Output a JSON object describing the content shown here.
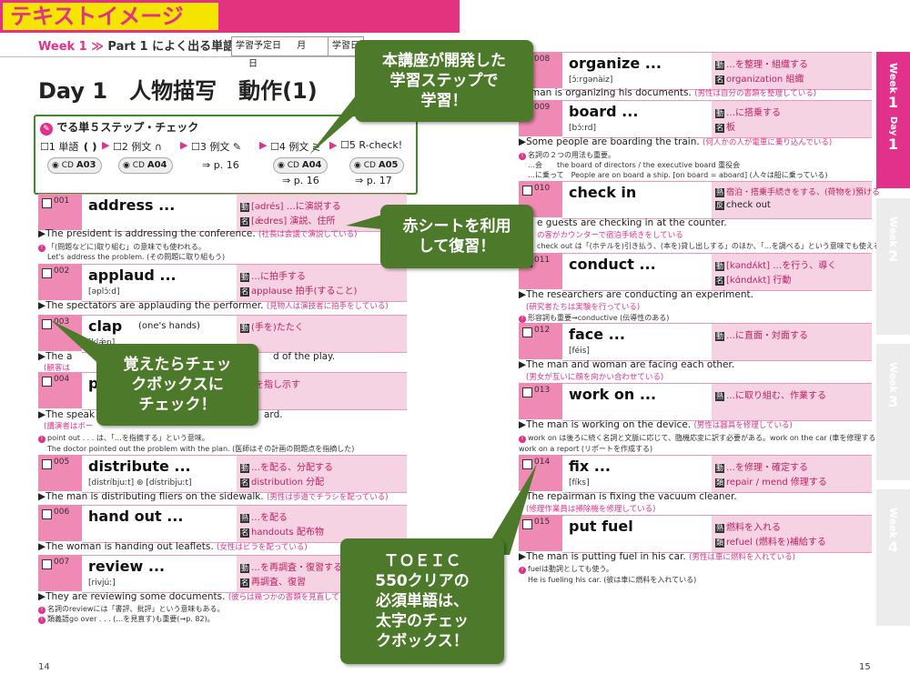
{
  "label": "テキストイメージ",
  "header": {
    "week": "Week 1",
    "sep": "≫",
    "part": "Part 1 によく出る単語",
    "plan_label": "学習予定日",
    "month": "月",
    "day": "日",
    "plan_label2": "学習日"
  },
  "day_title": "Day 1　人物描写　動作(1)",
  "steps": {
    "title": "でる単５ステップ・チェック",
    "s1": "1 単語",
    "s2": "2 例文",
    "s3": "3 例文",
    "s4": "4 例文",
    "s5": "5 R-check!",
    "cd_label": "CD",
    "cd1": "A03",
    "cd2": "A04",
    "cd4": "A04",
    "cd5": "A05",
    "ref3": "⇒ p. 16",
    "ref4": "⇒ p. 16",
    "ref5": "⇒ p. 17"
  },
  "entries_left": [
    {
      "num": "001",
      "word": "address ...",
      "pron": "",
      "m1": "[ədrés] …に演説する",
      "m1tag": "動",
      "m2": "[ǽdres] 演説、住所",
      "m2tag": "名",
      "ex": "The president is addressing the conference.",
      "tr": "(社長は会議で演説している)",
      "n1": "「(問題などに)取り組む」の意味でも使われる。",
      "n2": "Let's address the problem. (その問題に取り組もう)"
    },
    {
      "num": "002",
      "word": "applaud ...",
      "pron": "[əplɔ́ːd]",
      "m1": "…に拍手する",
      "m1tag": "動",
      "m2": "applause 拍手(すること)",
      "m2tag": "名",
      "ex": "The spectators are applauding the performer.",
      "tr": "(見物人は演技者に拍手をしている)"
    },
    {
      "num": "003",
      "word": "clap",
      "word2": "(one's hands)",
      "pron": "[klǽp]",
      "m1": "(手を)たたく",
      "m1tag": "動",
      "ex": "The a",
      "ex2": "d of the play.",
      "tr": "(観客は"
    },
    {
      "num": "004",
      "word": "p",
      "pron": "",
      "m1": "を指し示す",
      "m1tag": "",
      "ex": "The speak",
      "ex2": "ard.",
      "tr": "(講演者はボー",
      "n1": "point out . . . は、「…を指摘する」という意味。",
      "n2": "The doctor pointed out the problem with the plan. (医師はその計画の問題点を指摘した)"
    },
    {
      "num": "005",
      "word": "distribute ...",
      "pron": "[distríbjuːt] ⊛ [dístribjuːt]",
      "m1": "…を配る、分配する",
      "m1tag": "動",
      "m2": "distribution 分配",
      "m2tag": "名",
      "ex": "The man is distributing fliers on the sidewalk.",
      "tr": "(男性は歩道でチラシを配っている)"
    },
    {
      "num": "006",
      "word": "hand out ...",
      "pron": "",
      "m1": "…を配る",
      "m1tag": "熟",
      "m2": "handouts 配布物",
      "m2tag": "名",
      "ex": "The woman is handing out leaflets.",
      "tr": "(女性はビラを配っている)"
    },
    {
      "num": "007",
      "word": "review ...",
      "pron": "[rivjúː]",
      "m1": "…を再調査・復習する",
      "m1tag": "動",
      "m2": "再調査、復習",
      "m2tag": "名",
      "ex": "They are reviewing some documents.",
      "tr": "(彼らは幾つかの書類を見直して",
      "n1": "名詞のreviewには「書評、批評」という意味もある。",
      "n2": "類義語go over . . . (…を見直す)も重要(→p. 82)。"
    }
  ],
  "entries_right": [
    {
      "num": "008",
      "word": "organize ...",
      "pron": "[ɔ́ːrɡənàiz]",
      "m1": "…を整理・組織する",
      "m1tag": "動",
      "m2": "organization 組織",
      "m2tag": "名",
      "ex": "man is organizing his documents.",
      "tr": "(男性は自分の書類を整理している)"
    },
    {
      "num": "009",
      "word": "board ...",
      "pron": "[bɔ́ːrd]",
      "m1": "…に搭乗する",
      "m1tag": "動",
      "m2": "板",
      "m2tag": "名",
      "ex": "Some people are boarding the train.",
      "tr": "(何人かの人が電車に乗り込んでいる)",
      "n1": "名詞の２つの用法も重要。",
      "n2": "…会　　the board of directors / the executive board 重役会",
      "n3": "…に乗って　People are on board a ship. [on board = aboard] (人々は船に乗っている)"
    },
    {
      "num": "010",
      "word": "check in",
      "pron": "",
      "m1": "宿泊・搭乗手続きをする、(荷物を)預ける",
      "m1tag": "熟",
      "m2": "check out",
      "m2tag": "反",
      "ex": "e guests are checking in at the counter.",
      "tr": "の客がカウンターで宿泊手続きをしている",
      "n1": "check out は「(ホテルを)引き払う、(本を)貸し出しする」のほか、「…を調べる」という意味でも使える。"
    },
    {
      "num": "011",
      "word": "conduct ...",
      "pron": "",
      "m1": "[kəndʌ́kt] …を行う、導く",
      "m1tag": "動",
      "m2": "[kɑ́ndʌkt] 行動",
      "m2tag": "名",
      "ex": "The researchers are conducting an experiment.",
      "tr": "(研究者たちは実験を行っている)",
      "n1": "形容詞も重要→conductive (伝導性のある)"
    },
    {
      "num": "012",
      "word": "face ...",
      "pron": "[féis]",
      "m1": "…に直面・対面する",
      "m1tag": "動",
      "ex": "The man and woman are facing each other.",
      "tr": "(男女が互いに顔を向かい合わせている)"
    },
    {
      "num": "013",
      "word": "work on ...",
      "pron": "",
      "m1": "…に取り組む、作業する",
      "m1tag": "熟",
      "ex": "The man is working on the device.",
      "tr": "(男性は器具を修理している)",
      "n1": "work on は後ろに続く名詞と文脈に応じて、臨機応変に訳す必要がある。work on the car (車を修理する)、",
      "n2": "work on a report (リポートを作成する)"
    },
    {
      "num": "014",
      "word": "fix ...",
      "pron": "[fíks]",
      "m1": "…を修理・確定する",
      "m1tag": "動",
      "m2": "repair / mend 修理する",
      "m2tag": "類",
      "ex": "The repairman is fixing the vacuum cleaner.",
      "tr": "(修理作業員は掃除機を修理している)"
    },
    {
      "num": "015",
      "word": "put fuel",
      "pron": "",
      "m1": "燃料を入れる",
      "m1tag": "熟",
      "m2": "refuel (燃料を)補給する",
      "m2tag": "類",
      "ex": "The man is putting fuel in his car.",
      "tr": "(男性は車に燃料を入れている)",
      "n1": "fuelは動詞としても使う。",
      "n2": "He is fueling his car. (彼は車に燃料を入れている)"
    }
  ],
  "callouts": {
    "c1": [
      "本講座が開発した",
      "学習ステップで",
      "学習！"
    ],
    "c2": [
      "赤シートを利用",
      "して復習！"
    ],
    "c3": [
      "覚えたらチェッ",
      "クボックスに",
      "チェック！"
    ],
    "c4": [
      "ＴＯＥＩＣ",
      "550クリアの",
      "必須単語は、",
      "太字のチェッ",
      "クボックス！"
    ]
  },
  "tabs": [
    {
      "week": "Week",
      "num": "1",
      "day": "Day",
      "daynum": "1"
    },
    {
      "week": "Week",
      "num": "2"
    },
    {
      "week": "Week",
      "num": "3"
    },
    {
      "week": "Week",
      "num": "4"
    }
  ],
  "page_numbers": {
    "left": "14",
    "right": "15"
  },
  "colors": {
    "pink": "#e2318a",
    "green": "#4d7a2a",
    "yellow": "#f4e400"
  }
}
